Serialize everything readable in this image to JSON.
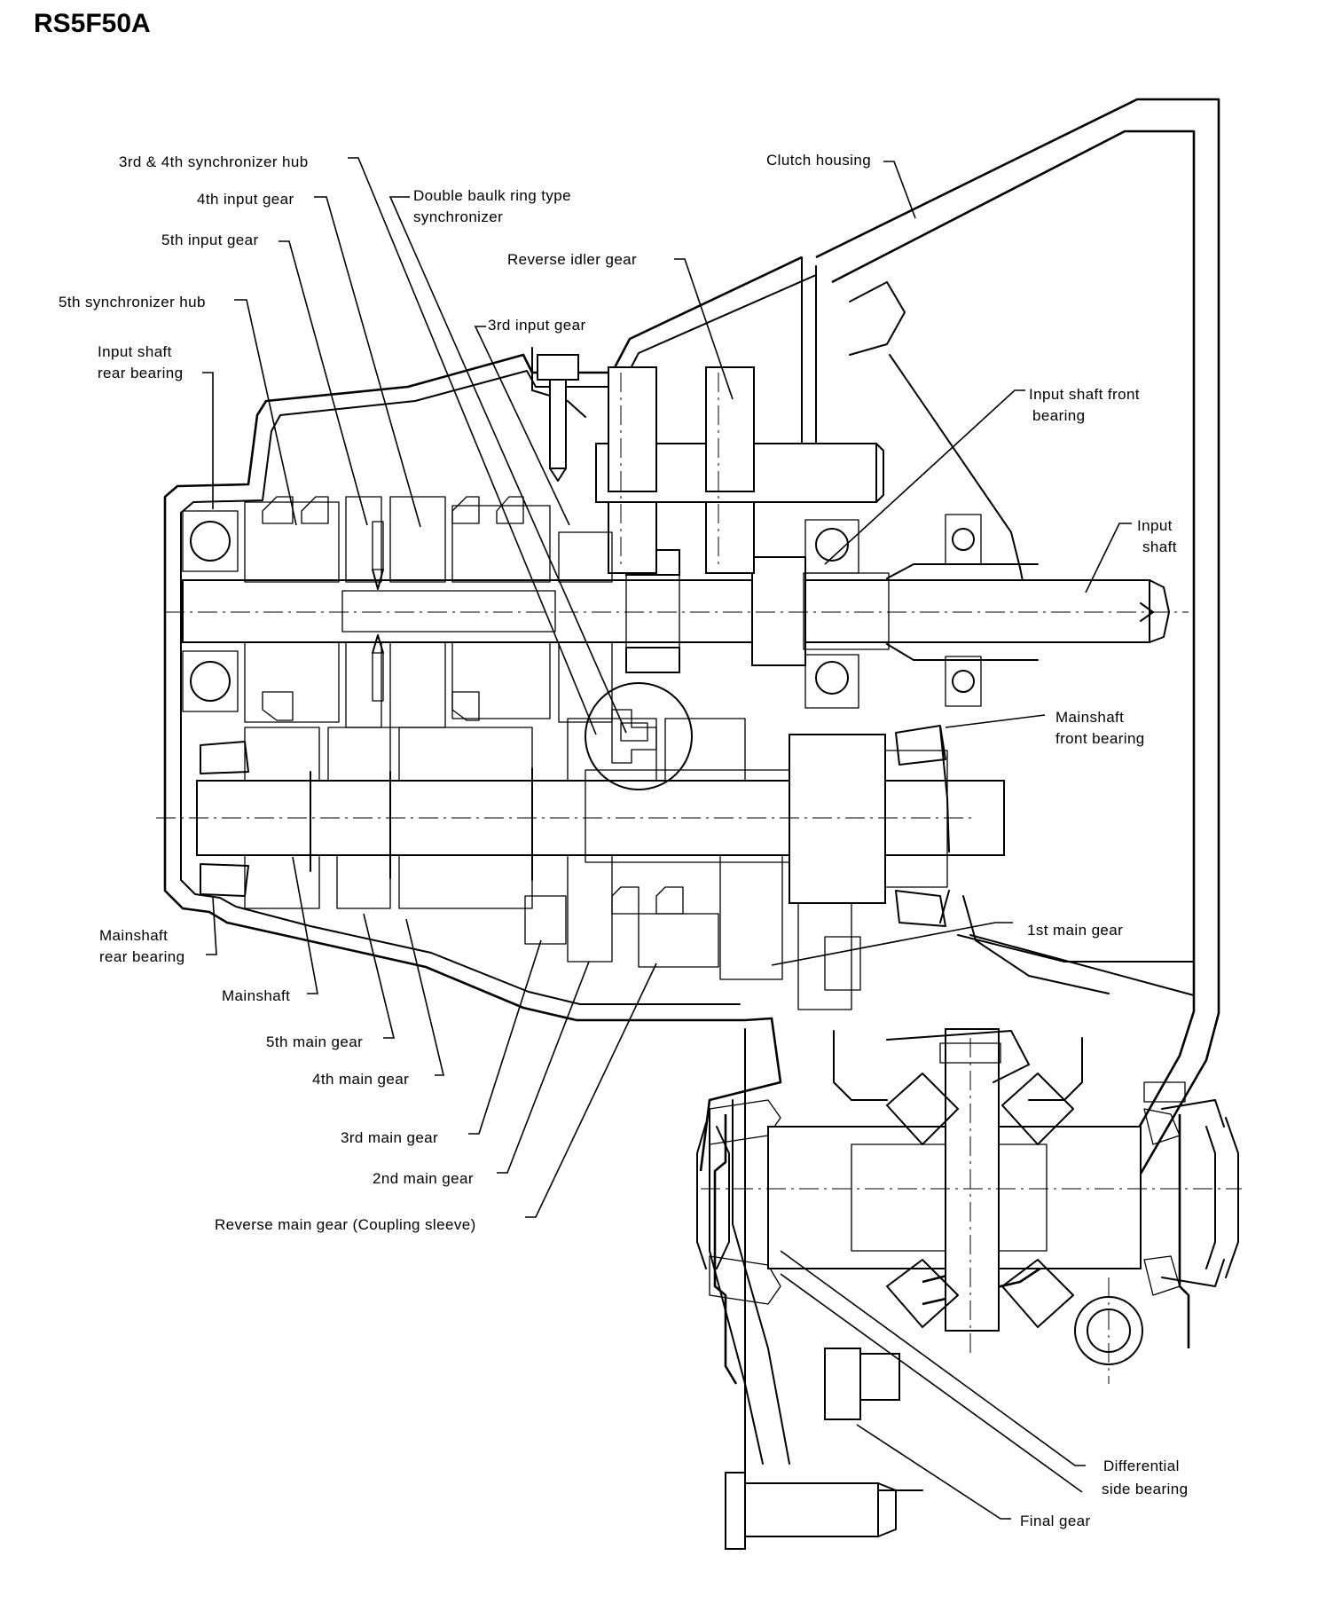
{
  "title": "RS5F50A",
  "labels": {
    "hub_3_4": "3rd & 4th synchronizer hub",
    "input_gear_4": "4th input gear",
    "input_gear_5": "5th input gear",
    "hub_5": "5th synchronizer hub",
    "input_rear_bearing_1": "Input shaft",
    "input_rear_bearing_2": "rear bearing",
    "double_baulk_1": "Double baulk ring type",
    "double_baulk_2": "synchronizer",
    "reverse_idler": "Reverse idler gear",
    "input_gear_3": "3rd input gear",
    "clutch_housing": "Clutch housing",
    "input_front_bearing_1": "Input shaft front",
    "input_front_bearing_2": "bearing",
    "input_shaft_1": "Input",
    "input_shaft_2": "shaft",
    "mainshaft_front_1": "Mainshaft",
    "mainshaft_front_2": "front bearing",
    "main_gear_1st": "1st main gear",
    "mainshaft_rear_1": "Mainshaft",
    "mainshaft_rear_2": "rear bearing",
    "mainshaft": "Mainshaft",
    "main_gear_5th": "5th main gear",
    "main_gear_4th": "4th main gear",
    "main_gear_3rd": "3rd main gear",
    "main_gear_2nd": "2nd main gear",
    "reverse_main": "Reverse main gear (Coupling sleeve)",
    "diff_side_bearing_1": "Differential",
    "diff_side_bearing_2": "side bearing",
    "final_gear": "Final gear"
  }
}
